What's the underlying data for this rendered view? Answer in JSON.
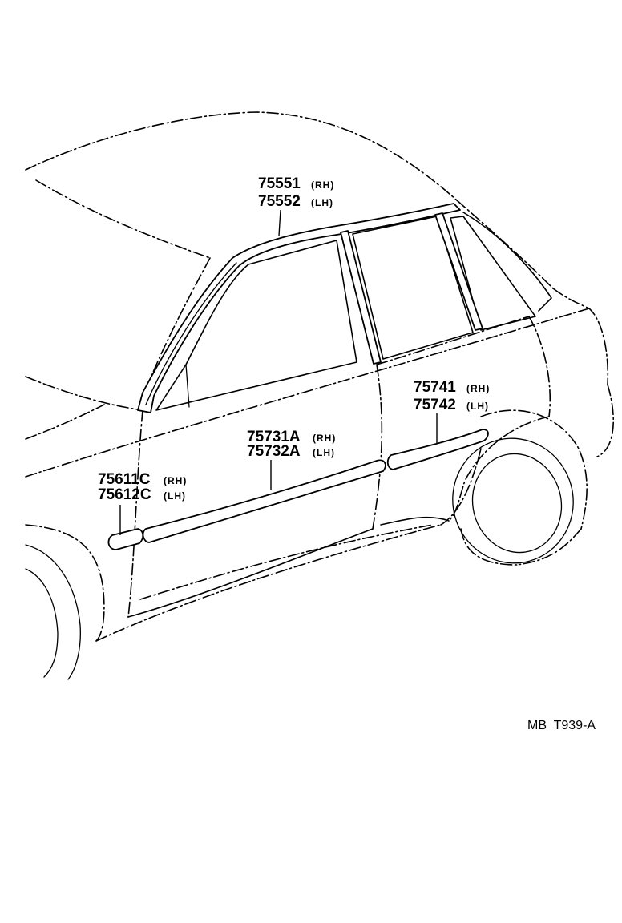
{
  "callouts": [
    {
      "id": "upper-frame-moulding",
      "lines": [
        {
          "part": "75551",
          "side": "(RH)"
        },
        {
          "part": "75552",
          "side": "(LH)"
        }
      ]
    },
    {
      "id": "rear-door-moulding",
      "lines": [
        {
          "part": "75741",
          "side": "(RH)"
        },
        {
          "part": "75742",
          "side": "(LH)"
        }
      ]
    },
    {
      "id": "front-door-moulding",
      "lines": [
        {
          "part": "75731A",
          "side": "(RH)"
        },
        {
          "part": "75732A",
          "side": "(LH)"
        }
      ]
    },
    {
      "id": "fender-moulding",
      "lines": [
        {
          "part": "75611C",
          "side": "(RH)"
        },
        {
          "part": "75612C",
          "side": "(LH)"
        }
      ]
    }
  ],
  "reference_code": "MB  T939-A"
}
